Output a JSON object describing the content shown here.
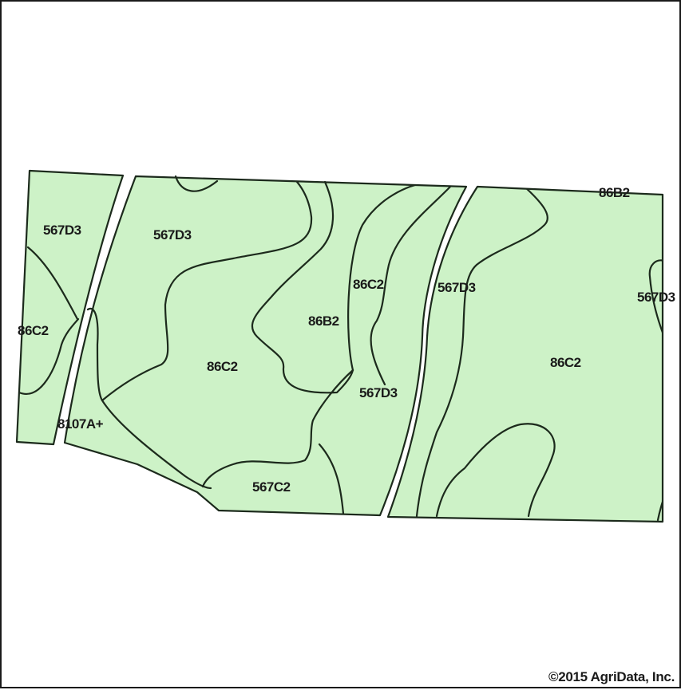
{
  "map": {
    "colors": {
      "soil_fill": "#cdf2c7",
      "boundary": "#1c2a1c",
      "background": "#ffffff"
    },
    "labels": {
      "west_567D3": "567D3",
      "west_86C2": "86C2",
      "north_567D3": "567D3",
      "center_86C2": "86C2",
      "label_8107Ap": "8107A+",
      "south_567C2": "567C2",
      "upper_86C2": "86C2",
      "middle_86B2": "86B2",
      "middle_567D3": "567D3",
      "east_567D3": "567D3",
      "east_86C2": "86C2",
      "ne_86B2": "86B2",
      "edge_567D3": "567D3"
    },
    "copyright": "©2015 AgriData, Inc."
  }
}
